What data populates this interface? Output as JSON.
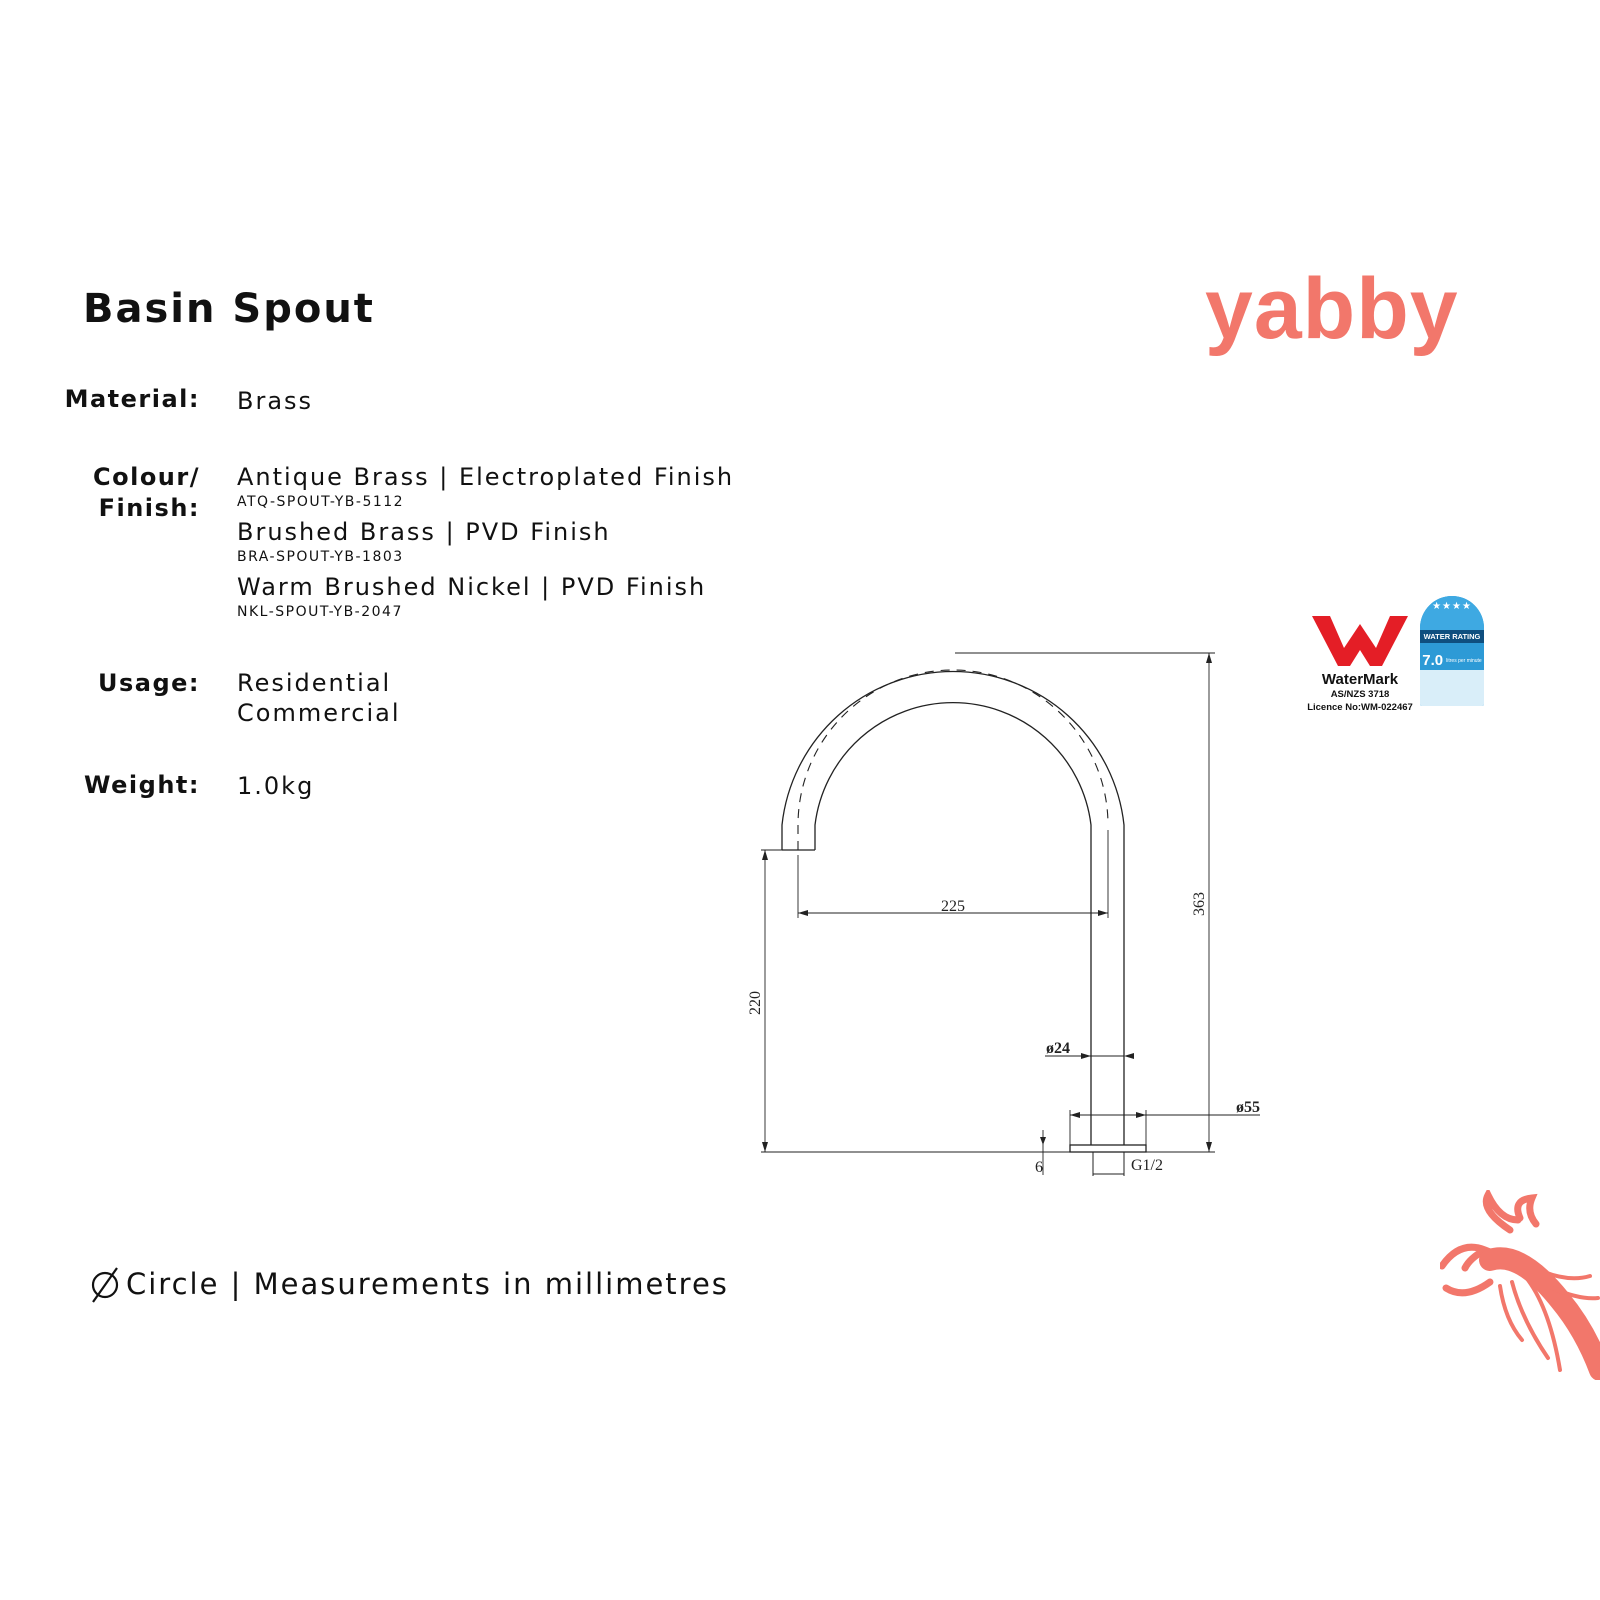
{
  "product": {
    "title": "Basin Spout"
  },
  "brand": {
    "name": "yabby",
    "color": "#f2776b"
  },
  "specs": {
    "material": {
      "label": "Material:",
      "value": "Brass"
    },
    "finish": {
      "label_line1": "Colour/",
      "label_line2": "Finish:",
      "options": [
        {
          "name": "Antique Brass | Electroplated Finish",
          "code": "ATQ-SPOUT-YB-5112"
        },
        {
          "name": "Brushed Brass | PVD Finish",
          "code": "BRA-SPOUT-YB-1803"
        },
        {
          "name": "Warm Brushed Nickel | PVD Finish",
          "code": "NKL-SPOUT-YB-2047"
        }
      ]
    },
    "usage": {
      "label": "Usage:",
      "values": [
        "Residential",
        "Commercial"
      ]
    },
    "weight": {
      "label": "Weight:",
      "value": "1.0kg"
    }
  },
  "certifications": {
    "watermark": {
      "name": "WaterMark",
      "standard": "AS/NZS 3718",
      "licence": "Licence No:WM-022467"
    },
    "water_rating": {
      "stars": "★★★★",
      "heading": "WATER RATING",
      "value": "7.0",
      "unit": "litres per minute"
    }
  },
  "drawing": {
    "dimensions": {
      "reach": "225",
      "outlet_height": "220",
      "total_height": "363",
      "pipe_diameter": "ø24",
      "base_diameter": "ø55",
      "base_thickness": "6",
      "thread": "G1/2"
    }
  },
  "footer": {
    "text": "Circle | Measurements in millimetres",
    "icon": "diameter-icon"
  }
}
